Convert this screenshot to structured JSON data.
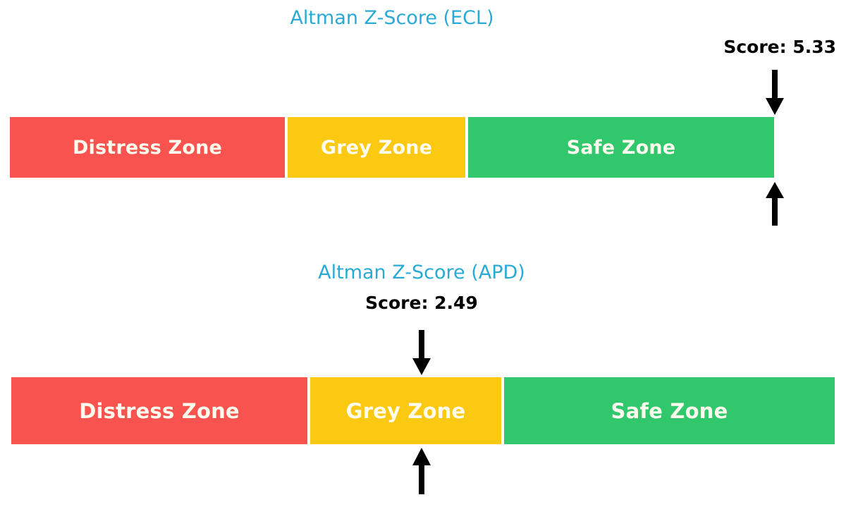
{
  "chart_data": [
    {
      "type": "bar",
      "title": "Altman Z-Score (ECL)",
      "score_label": "Score: 5.33",
      "score_value": 5.33,
      "orientation": "horizontal-zone-gauge",
      "categories": [
        "Distress Zone",
        "Grey Zone",
        "Safe Zone"
      ],
      "values": [
        36.0,
        23.3,
        40.7
      ],
      "zone_colors": [
        "#F9534F",
        "#FBC911",
        "#31C76D"
      ],
      "title_color": "#29ABD6",
      "label_color": "#FFFCEF",
      "marker_color": "#000000",
      "xlabel": "",
      "ylabel": "",
      "grid": false,
      "legend": "none"
    },
    {
      "type": "bar",
      "title": "Altman Z-Score (APD)",
      "score_label": "Score: 2.49",
      "score_value": 2.49,
      "orientation": "horizontal-zone-gauge",
      "categories": [
        "Distress Zone",
        "Grey Zone",
        "Safe Zone"
      ],
      "values": [
        36.0,
        23.2,
        40.2
      ],
      "zone_colors": [
        "#F9534F",
        "#FBC911",
        "#31C76D"
      ],
      "title_color": "#29ABD6",
      "label_color": "#FFFCEF",
      "marker_color": "#000000",
      "xlabel": "",
      "ylabel": "",
      "grid": false,
      "legend": "none"
    }
  ],
  "charts": [
    {
      "id": "ecl",
      "title": "Altman Z-Score (ECL)",
      "score": "Score: 5.33",
      "zones": [
        {
          "label": "Distress Zone"
        },
        {
          "label": "Grey Zone"
        },
        {
          "label": "Safe Zone"
        }
      ],
      "marker_down_icon": "down-arrow-icon",
      "marker_up_icon": "up-arrow-icon"
    },
    {
      "id": "apd",
      "title": "Altman Z-Score (APD)",
      "score": "Score: 2.49",
      "zones": [
        {
          "label": "Distress Zone"
        },
        {
          "label": "Grey Zone"
        },
        {
          "label": "Safe Zone"
        }
      ],
      "marker_down_icon": "down-arrow-icon",
      "marker_up_icon": "up-arrow-icon"
    }
  ]
}
